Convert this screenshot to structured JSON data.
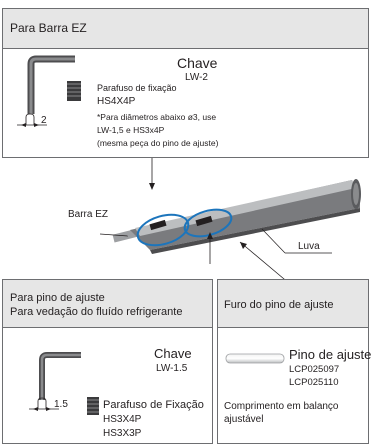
{
  "top_panel": {
    "header": "Para Barra EZ",
    "wrench_name": "Chave",
    "wrench_code": "LW-2",
    "screw_label": "Parafuso de fixação",
    "screw_code": "HS4X4P",
    "note_line1": "*Para diâmetros abaixo ø3, use",
    "note_line2": "LW-1,5 e HS3x4P",
    "note_line3": "(mesma peça do pino de ajuste)",
    "dim_value": "2"
  },
  "diagram": {
    "barra_label": "Barra EZ",
    "luva_label": "Luva"
  },
  "bottom_left_panel": {
    "header_line1": "Para pino de ajuste",
    "header_line2": "Para vedação do fluído refrigerante",
    "wrench_name": "Chave",
    "wrench_code": "LW-1.5",
    "dim_value": "1.5",
    "screw_label": "Parafuso de Fixação",
    "screw_code1": "HS3X4P",
    "screw_code2": "HS3X3P"
  },
  "bottom_right_panel": {
    "header": "Furo do pino de ajuste",
    "pin_label": "Pino de ajuste",
    "pin_code1": "LCP025097",
    "pin_code2": "LCP025110",
    "overhang_line1": "Comprimento em balanço",
    "overhang_line2": "ajustável"
  },
  "colors": {
    "highlight_ring": "#1c75bc",
    "panel_header_bg": "#e6e6e6",
    "border": "#6d6e71"
  }
}
